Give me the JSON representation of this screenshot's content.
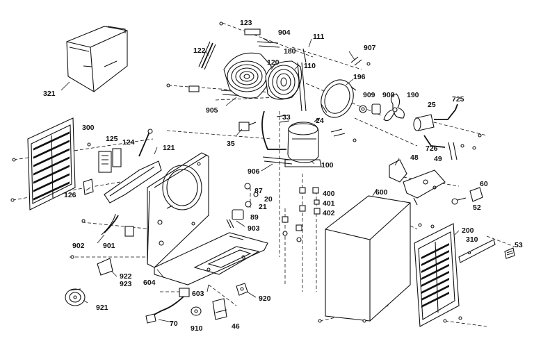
{
  "labels": {
    "p123": "123",
    "p904": "904",
    "p111": "111",
    "p122": "122",
    "p180": "180",
    "p907": "907",
    "p120": "120",
    "p110": "110",
    "p321": "321",
    "p196": "196",
    "p909": "909",
    "p908": "908",
    "p190": "190",
    "p725": "725",
    "p905": "905",
    "p25": "25",
    "p33": "33",
    "p300": "300",
    "p24": "24",
    "p35": "35",
    "p125": "125",
    "p124": "124",
    "p121": "121",
    "p726": "726",
    "p48": "48",
    "p49": "49",
    "p906": "906",
    "p100": "100",
    "p60": "60",
    "p126": "126",
    "p87": "87",
    "p400": "400",
    "p600": "600",
    "p20": "20",
    "p401": "401",
    "p52": "52",
    "p21": "21",
    "p402": "402",
    "p89": "89",
    "p903": "903",
    "p200": "200",
    "p310": "310",
    "p53": "53",
    "p902": "902",
    "p901": "901",
    "p922": "922",
    "p923": "923",
    "p604": "604",
    "p603": "603",
    "p920": "920",
    "p921": "921",
    "p70": "70",
    "p910": "910",
    "p46": "46"
  }
}
